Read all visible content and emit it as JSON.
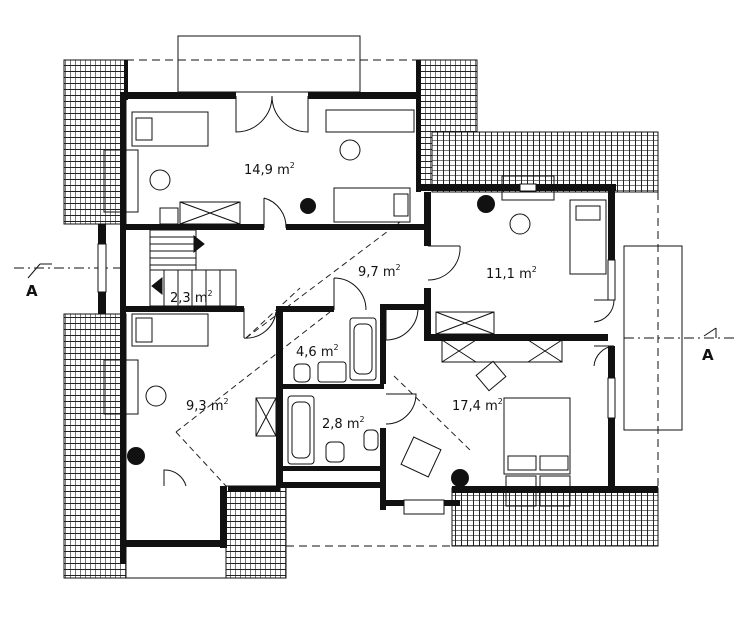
{
  "rooms": [
    {
      "id": "room-north",
      "area": "14,9",
      "unit": "m",
      "exp": "2"
    },
    {
      "id": "hall",
      "area": "9,7",
      "unit": "m",
      "exp": "2"
    },
    {
      "id": "room-east",
      "area": "11,1",
      "unit": "m",
      "exp": "2"
    },
    {
      "id": "stair",
      "area": "2,3",
      "unit": "m",
      "exp": "2"
    },
    {
      "id": "bathroom",
      "area": "4,6",
      "unit": "m",
      "exp": "2"
    },
    {
      "id": "room-west",
      "area": "9,3",
      "unit": "m",
      "exp": "2"
    },
    {
      "id": "wc",
      "area": "2,8",
      "unit": "m",
      "exp": "2"
    },
    {
      "id": "bedroom",
      "area": "17,4",
      "unit": "m",
      "exp": "2"
    }
  ],
  "section_markers": {
    "left": "A",
    "right": "A"
  }
}
